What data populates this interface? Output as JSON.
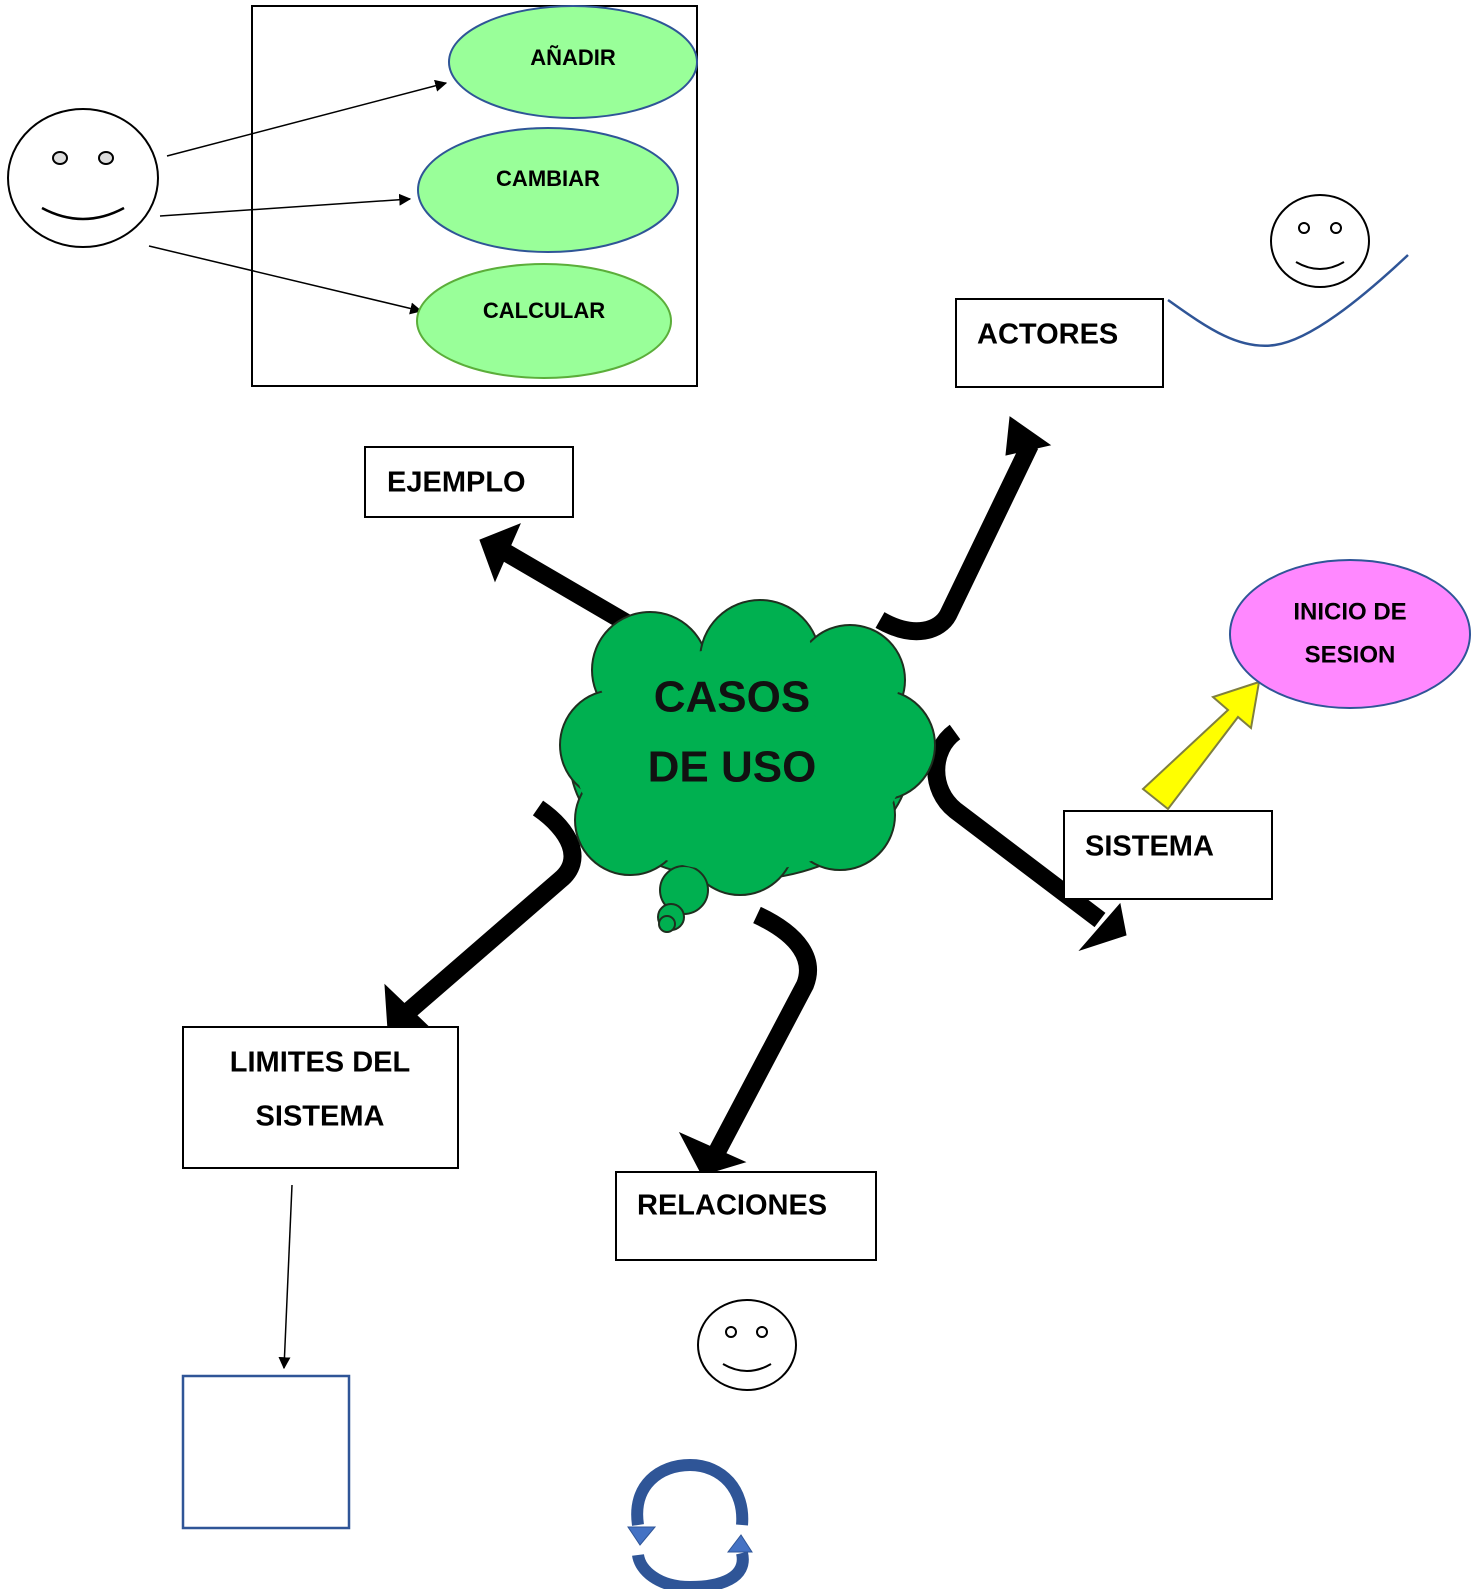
{
  "diagram": {
    "central_topic": {
      "line1": "CASOS",
      "line2": "DE USO"
    },
    "nodes": {
      "ejemplo": "EJEMPLO",
      "actores": "ACTORES",
      "sistema": "SISTEMA",
      "limites_line1": "LIMITES DEL",
      "limites_line2": "SISTEMA",
      "relaciones": "RELACIONES"
    },
    "example_use_cases": [
      "AÑADIR",
      "CAMBIAR",
      "CALCULAR"
    ],
    "sistema_example": {
      "line1": "INICIO DE",
      "line2": "SESION"
    }
  },
  "colors": {
    "cloud": "#00B050",
    "use_case_fill": "#99FF99",
    "session_fill": "#FF88FF",
    "highlight_arrow": "#FFFF00",
    "outline_blue": "#2F5597",
    "arrow_black": "#000000"
  },
  "icons": [
    "smiley-icon",
    "refresh-cycle-icon",
    "square-icon",
    "curve-line-icon"
  ]
}
